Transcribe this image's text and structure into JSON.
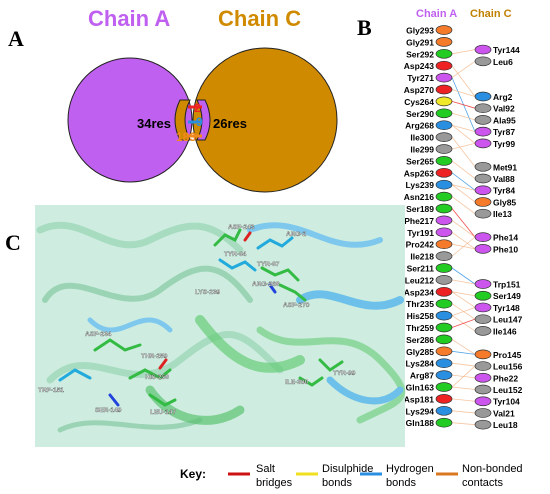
{
  "panels": {
    "a": "A",
    "b": "B",
    "c": "C"
  },
  "panel_a": {
    "chain_a_title": "Chain A",
    "chain_c_title": "Chain C",
    "chain_a_res": "34res",
    "chain_c_res": "26res",
    "counts": {
      "salt": "2",
      "hbond": "9",
      "nonbonded": "183"
    }
  },
  "panel_b": {
    "chain_a_header": "Chain A",
    "chain_c_header": "Chain C",
    "chain_a": [
      {
        "label": "Gly293",
        "color": "#f57b2a"
      },
      {
        "label": "Gly291",
        "color": "#f57b2a"
      },
      {
        "label": "Ser292",
        "color": "#22cc22"
      },
      {
        "label": "Asp243",
        "color": "#ee2222"
      },
      {
        "label": "Tyr271",
        "color": "#cc55ee"
      },
      {
        "label": "Asp270",
        "color": "#ee2222"
      },
      {
        "label": "Cys264",
        "color": "#f2e82a"
      },
      {
        "label": "Ser290",
        "color": "#22cc22"
      },
      {
        "label": "Arg268",
        "color": "#2a8fe0"
      },
      {
        "label": "Ile300",
        "color": "#999999"
      },
      {
        "label": "Ile299",
        "color": "#999999"
      },
      {
        "label": "Ser265",
        "color": "#22cc22"
      },
      {
        "label": "Asp263",
        "color": "#ee2222"
      },
      {
        "label": "Lys239",
        "color": "#2a8fe0"
      },
      {
        "label": "Asn216",
        "color": "#22cc22"
      },
      {
        "label": "Ser189",
        "color": "#22cc22"
      },
      {
        "label": "Phe217",
        "color": "#cc55ee"
      },
      {
        "label": "Tyr191",
        "color": "#cc55ee"
      },
      {
        "label": "Pro242",
        "color": "#f57b2a"
      },
      {
        "label": "Ile218",
        "color": "#999999"
      },
      {
        "label": "Ser211",
        "color": "#22cc22"
      },
      {
        "label": "Leu212",
        "color": "#999999"
      },
      {
        "label": "Asp234",
        "color": "#ee2222"
      },
      {
        "label": "Thr235",
        "color": "#22cc22"
      },
      {
        "label": "His258",
        "color": "#2a8fe0"
      },
      {
        "label": "Thr259",
        "color": "#22cc22"
      },
      {
        "label": "Ser286",
        "color": "#22cc22"
      },
      {
        "label": "Gly285",
        "color": "#f57b2a"
      },
      {
        "label": "Lys284",
        "color": "#2a8fe0"
      },
      {
        "label": "Arg87",
        "color": "#2a8fe0"
      },
      {
        "label": "Gln163",
        "color": "#22cc22"
      },
      {
        "label": "Asp181",
        "color": "#ee2222"
      },
      {
        "label": "Lys294",
        "color": "#2a8fe0"
      },
      {
        "label": "Gln188",
        "color": "#22cc22"
      }
    ],
    "chain_c": [
      {
        "label": "Tyr144",
        "color": "#cc55ee"
      },
      {
        "label": "Leu6",
        "color": "#999999"
      },
      {
        "label": "Arg2",
        "color": "#2a8fe0"
      },
      {
        "label": "Val92",
        "color": "#999999"
      },
      {
        "label": "Ala95",
        "color": "#999999"
      },
      {
        "label": "Tyr87",
        "color": "#cc55ee"
      },
      {
        "label": "Tyr99",
        "color": "#cc55ee"
      },
      {
        "label": "Met91",
        "color": "#999999"
      },
      {
        "label": "Val88",
        "color": "#999999"
      },
      {
        "label": "Tyr84",
        "color": "#cc55ee"
      },
      {
        "label": "Gly85",
        "color": "#f57b2a"
      },
      {
        "label": "Ile13",
        "color": "#999999"
      },
      {
        "label": "Phe14",
        "color": "#cc55ee"
      },
      {
        "label": "Phe10",
        "color": "#cc55ee"
      },
      {
        "label": "Trp151",
        "color": "#cc55ee"
      },
      {
        "label": "Ser149",
        "color": "#22cc22"
      },
      {
        "label": "Tyr148",
        "color": "#cc55ee"
      },
      {
        "label": "Leu147",
        "color": "#999999"
      },
      {
        "label": "Ile146",
        "color": "#999999"
      },
      {
        "label": "Pro145",
        "color": "#f57b2a"
      },
      {
        "label": "Leu156",
        "color": "#999999"
      },
      {
        "label": "Phe22",
        "color": "#cc55ee"
      },
      {
        "label": "Leu152",
        "color": "#999999"
      },
      {
        "label": "Tyr104",
        "color": "#cc55ee"
      },
      {
        "label": "Val21",
        "color": "#999999"
      },
      {
        "label": "Leu18",
        "color": "#999999"
      }
    ]
  },
  "panel_c": {
    "labels": {
      "asp243": "ASP-243",
      "arg2": "ARG-2",
      "tyr84": "TYR-84",
      "tyr87": "TYR-87",
      "lys239": "LYS-239",
      "arg268": "ARG-268",
      "asp270": "ASP-270",
      "asp234": "ASP-234",
      "thr259": "THR-259",
      "his258": "HIS-258",
      "trp151": "TRP-151",
      "ser149": "SER-149",
      "leu147": "LEU-147",
      "ile300": "ILE-300",
      "tyr99": "TYR-99"
    }
  },
  "key": {
    "title": "Key:",
    "items": [
      {
        "line1": "Salt",
        "line2": "bridges",
        "color": "#cc1111"
      },
      {
        "line1": "Disulphide",
        "line2": "bonds",
        "color": "#f0e020"
      },
      {
        "line1": "Hydrogen",
        "line2": "bonds",
        "color": "#2a8fe0"
      },
      {
        "line1": "Non-bonded",
        "line2": "contacts",
        "color": "#d87820"
      }
    ]
  },
  "colors": {
    "chain_a": "#c060f0",
    "chain_c": "#d08a00",
    "salt": "#ee2222",
    "hbond": "#2a8fe0",
    "nonbonded": "#f08a20"
  }
}
